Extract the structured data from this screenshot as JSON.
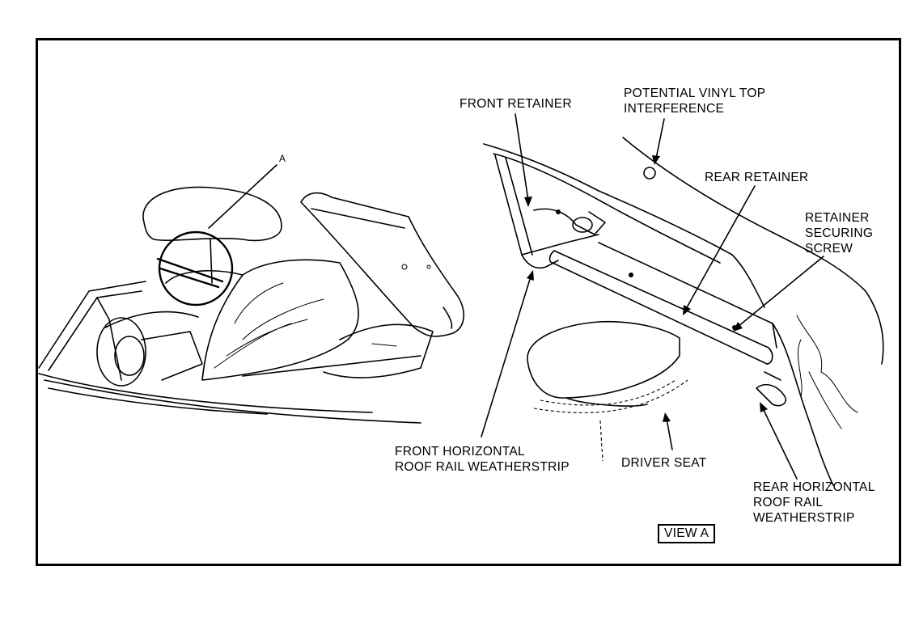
{
  "callout_a": "A",
  "labels": {
    "front_retainer": "FRONT RETAINER",
    "potential_interference_1": "POTENTIAL VINYL TOP",
    "potential_interference_2": "INTERFERENCE",
    "rear_retainer": "REAR RETAINER",
    "securing_screw_1": "RETAINER",
    "securing_screw_2": "SECURING",
    "securing_screw_3": "SCREW",
    "front_weatherstrip_1": "FRONT HORIZONTAL",
    "front_weatherstrip_2": "ROOF RAIL WEATHERSTRIP",
    "driver_seat": "DRIVER SEAT",
    "rear_weatherstrip_1": "REAR HORIZONTAL",
    "rear_weatherstrip_2": "ROOF RAIL",
    "rear_weatherstrip_3": "WEATHERSTRIP"
  },
  "view_label": "VIEW A"
}
